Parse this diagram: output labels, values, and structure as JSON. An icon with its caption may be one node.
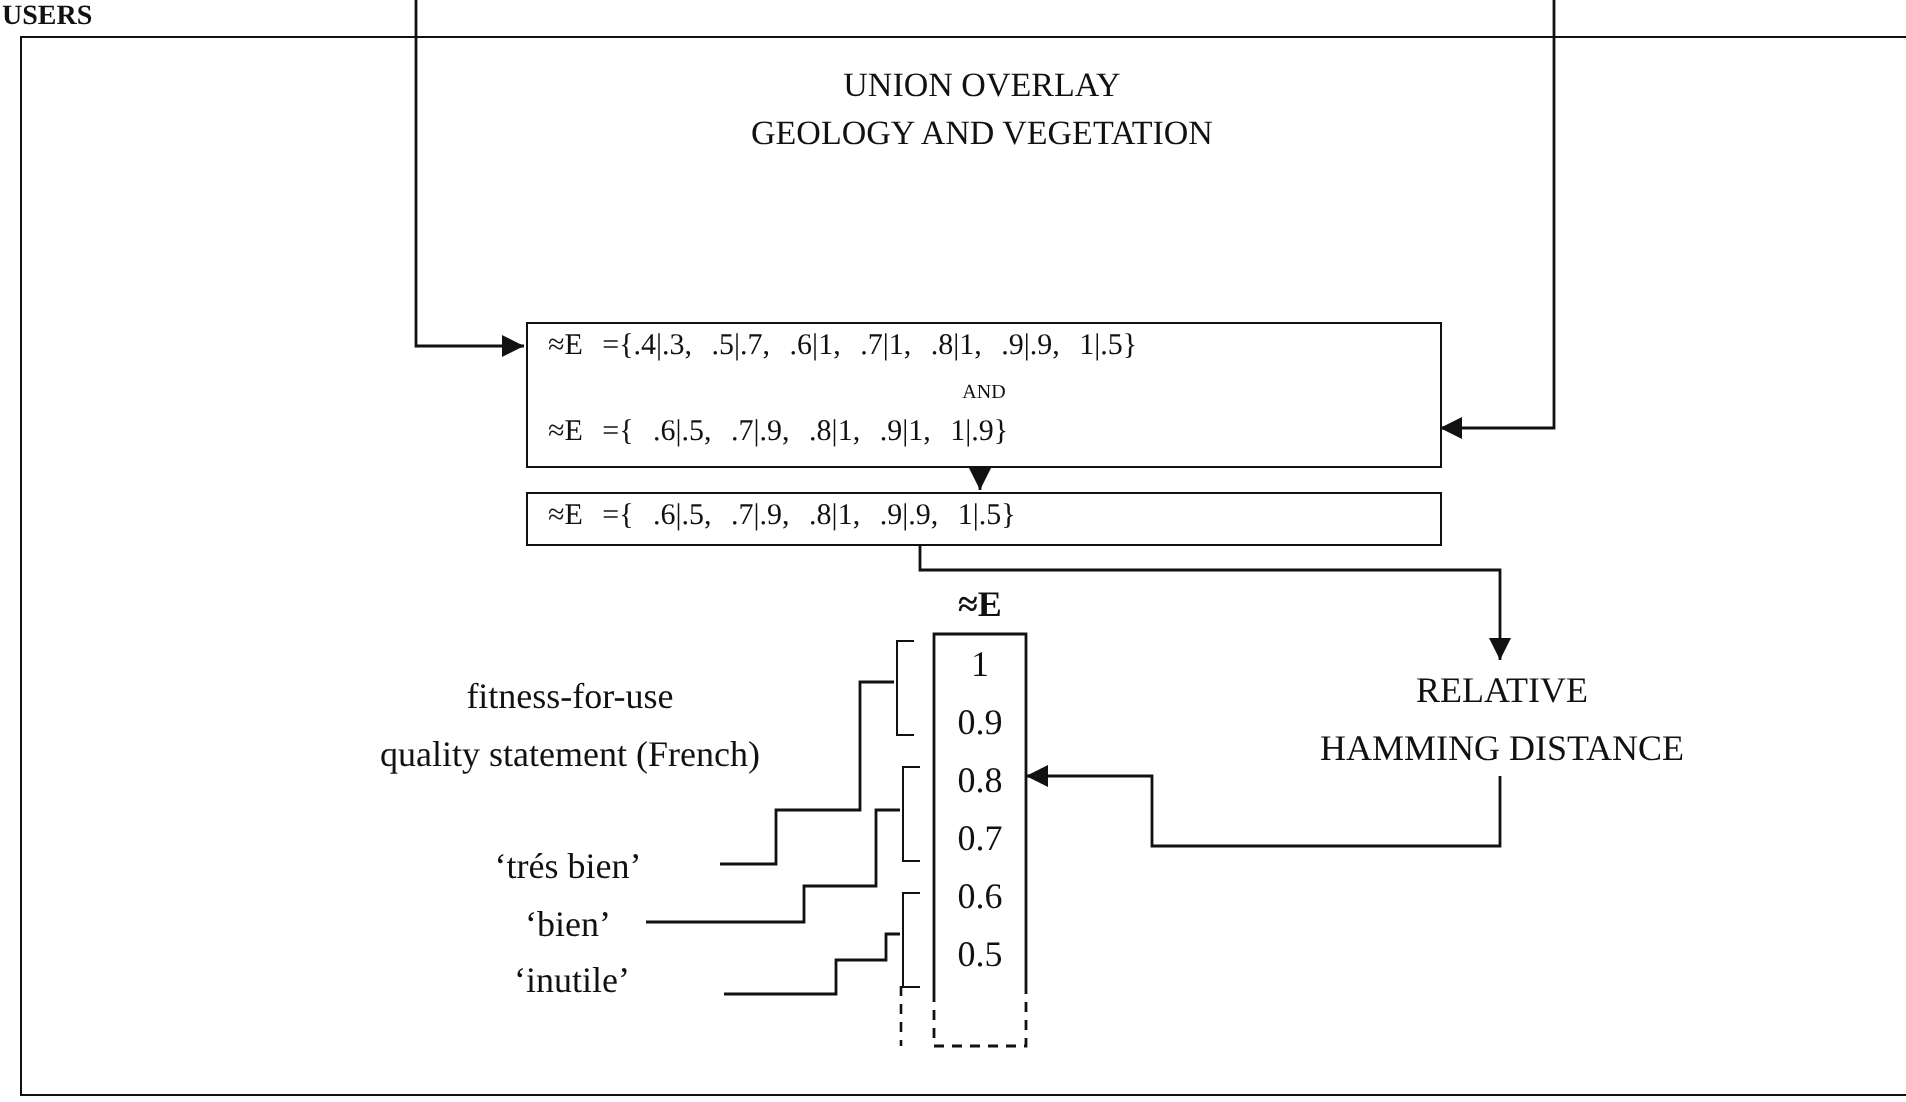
{
  "diagram": {
    "nodes": [
      {
        "text": [
          "USERS"
        ]
      },
      {
        "text": [
          "UNION OVERLAY GEOLOGY AND VEGETATION"
        ],
        "in": 0
      },
      {
        "text": [
          "≈E ={.4|.3, .5|.7, .6|1, .7|1, .8|1, .9|.9, 1|.5}",
          "AND",
          "≈E ={ .6|.5, .7|.9, .8|1, .9|1, 1|.9}"
        ],
        "in": 0
      },
      {
        "text": [
          "≈E ={ .6|.5, .7|.9, .8|1, .9|.9, 1|.5}"
        ],
        "in": 0
      },
      {
        "text": [
          "RELATIVE HAMMING DISTANCE"
        ],
        "in": 0
      },
      {
        "text": [
          "≈E",
          "1",
          "0.9",
          "0.8",
          "0.7",
          "0.6",
          "0.5"
        ],
        "in": 0
      },
      {
        "text": [
          "‘trés bien’"
        ],
        "in": 0
      },
      {
        "text": [
          "‘bien’"
        ],
        "in": 0
      },
      {
        "text": [
          "‘inutile’"
        ],
        "in": 0
      },
      {
        "text": [],
        "shape": "bracket",
        "in": 0
      },
      {
        "text": [],
        "shape": "bracket",
        "in": 0
      },
      {
        "text": [],
        "shape": "bracket",
        "in": 0
      }
    ],
    "edges": [
      {
        "from": null,
        "to": 2,
        "arrow": "to"
      },
      {
        "from": null,
        "to": 2,
        "arrow": "to"
      },
      {
        "from": 2,
        "to": 3,
        "arrow": "to"
      },
      {
        "from": 3,
        "to": 4,
        "arrow": "to"
      },
      {
        "from": 4,
        "to": 5,
        "arrow": "to"
      },
      {
        "from": 6,
        "to": 9,
        "arrow": "none"
      },
      {
        "from": 7,
        "to": 10,
        "arrow": "none"
      },
      {
        "from": 8,
        "to": 11,
        "arrow": "none"
      }
    ],
    "labels": [
      "fitness-for-use quality statement (French)"
    ]
  }
}
